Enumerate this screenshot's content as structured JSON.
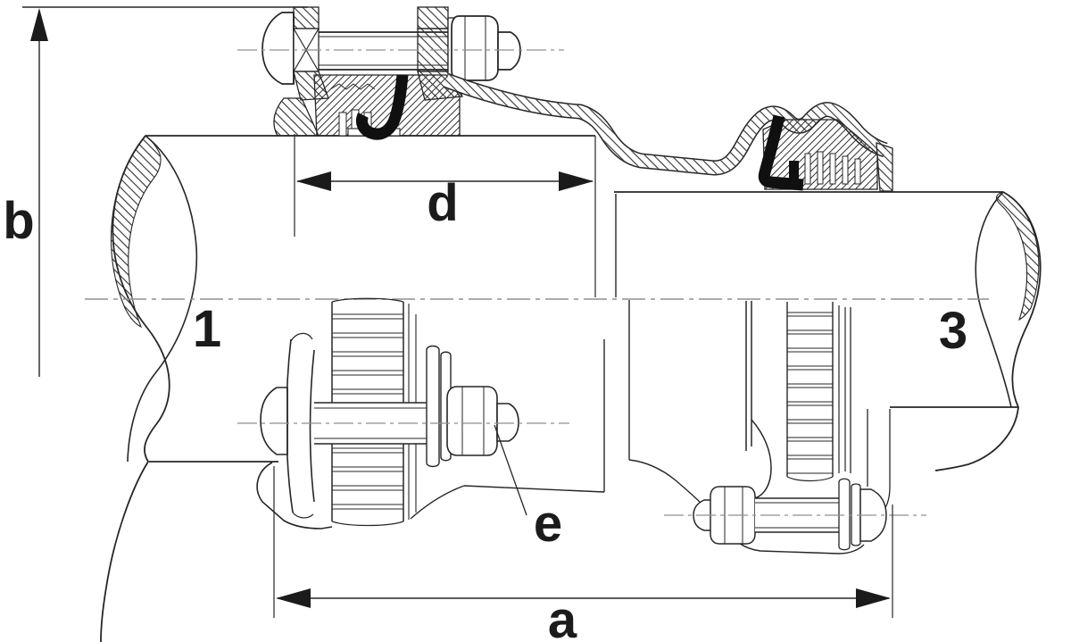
{
  "figure": {
    "title": "Pipe coupling cross-section technical drawing",
    "labels": {
      "b": "b",
      "d": "d",
      "a": "a",
      "e": "e",
      "pipe_left": "1",
      "pipe_right": "3"
    },
    "colors": {
      "line": "#262626",
      "centerline": "#8f8f8f",
      "seal": "#101010",
      "background": "#ffffff"
    }
  }
}
